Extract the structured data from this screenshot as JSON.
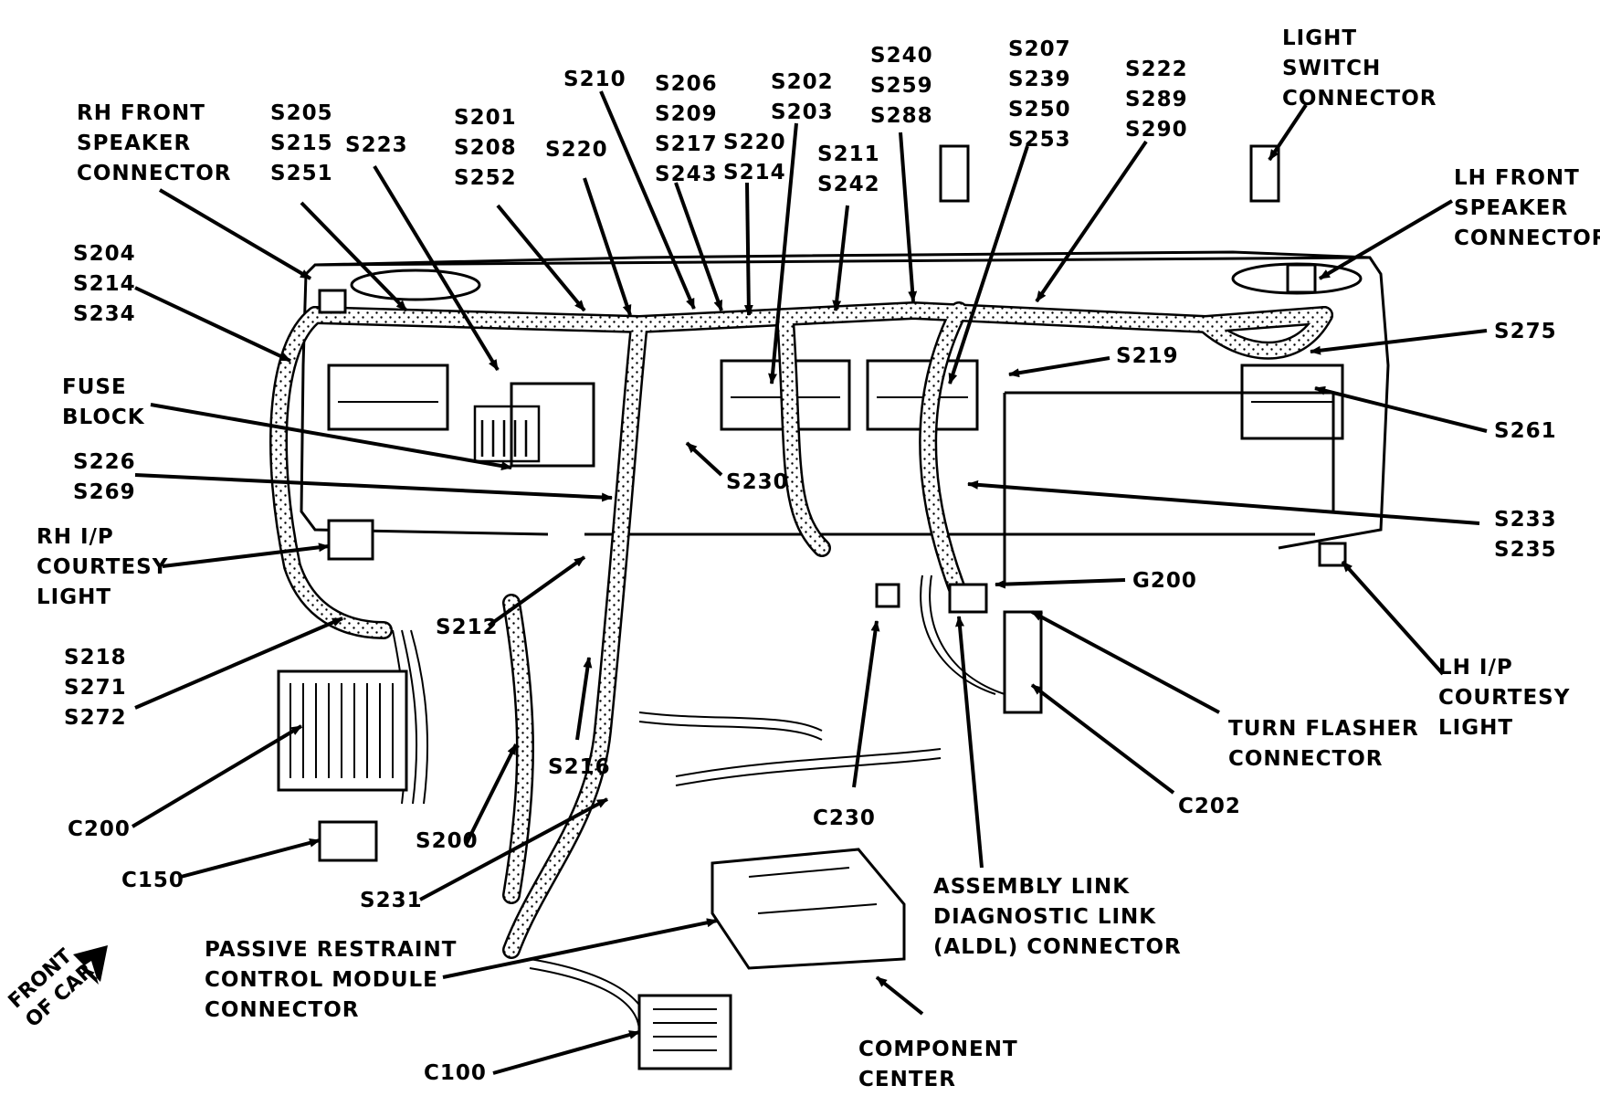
{
  "labels": {
    "rh_front_speaker": [
      "RH FRONT",
      "SPEAKER",
      "CONNECTOR"
    ],
    "s205_group": [
      "S205",
      "S215",
      "S251"
    ],
    "s223": [
      "S223"
    ],
    "s201_group": [
      "S201",
      "S208",
      "S252"
    ],
    "s220_left": [
      "S220"
    ],
    "s210": [
      "S210"
    ],
    "s206_group": [
      "S206",
      "S209",
      "S217",
      "S243"
    ],
    "s220_s214": [
      "S220",
      "S214"
    ],
    "s202_group": [
      "S202",
      "S203"
    ],
    "s211_group": [
      "S211",
      "S242"
    ],
    "s240_group": [
      "S240",
      "S259",
      "S288"
    ],
    "s207_group": [
      "S207",
      "S239",
      "S250",
      "S253"
    ],
    "s222_group": [
      "S222",
      "S289",
      "S290"
    ],
    "light_switch": [
      "LIGHT",
      "SWITCH",
      "CONNECTOR"
    ],
    "lh_front_speaker": [
      "LH FRONT",
      "SPEAKER",
      "CONNECTOR"
    ],
    "s204_group": [
      "S204",
      "S214",
      "S234"
    ],
    "fuse_block": [
      "FUSE",
      "BLOCK"
    ],
    "s226_group": [
      "S226",
      "S269"
    ],
    "rh_ip_courtesy": [
      "RH I/P",
      "COURTESY",
      "LIGHT"
    ],
    "s218_group": [
      "S218",
      "S271",
      "S272"
    ],
    "c200": [
      "C200"
    ],
    "c150": [
      "C150"
    ],
    "s200": [
      "S200"
    ],
    "s231": [
      "S231"
    ],
    "s212": [
      "S212"
    ],
    "s216": [
      "S216"
    ],
    "s230": [
      "S230"
    ],
    "s219": [
      "S219"
    ],
    "s275": [
      "S275"
    ],
    "s261": [
      "S261"
    ],
    "s233_group": [
      "S233",
      "S235"
    ],
    "g200": [
      "G200"
    ],
    "lh_ip_courtesy": [
      "LH I/P",
      "COURTESY",
      "LIGHT"
    ],
    "turn_flasher": [
      "TURN FLASHER",
      "CONNECTOR"
    ],
    "c202": [
      "C202"
    ],
    "c230": [
      "C230"
    ],
    "aldl": [
      "ASSEMBLY LINK",
      "DIAGNOSTIC LINK",
      "(ALDL) CONNECTOR"
    ],
    "passive_restraint": [
      "PASSIVE RESTRAINT",
      "CONTROL MODULE",
      "CONNECTOR"
    ],
    "component_center": [
      "COMPONENT",
      "CENTER"
    ],
    "c100": [
      "C100"
    ],
    "front_of_car": [
      "FRONT",
      "OF CAR"
    ]
  }
}
